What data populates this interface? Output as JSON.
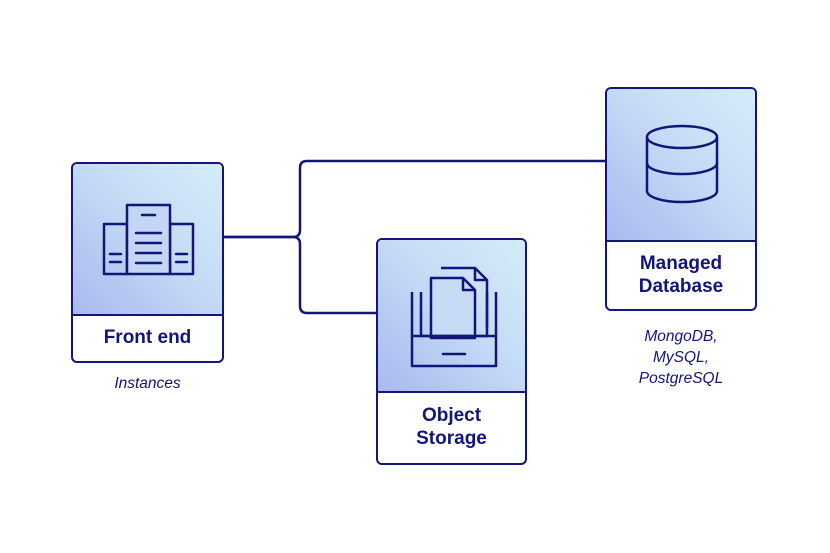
{
  "colors": {
    "stroke": "#14157a",
    "gradient_start": "#a9b9ef",
    "gradient_end": "#d4ecf8",
    "background": "#ffffff"
  },
  "nodes": {
    "frontend": {
      "icon": "server-cluster-icon",
      "label": "Front end",
      "caption": "Instances"
    },
    "storage": {
      "icon": "file-archive-icon",
      "label_lines": [
        "Object",
        "Storage"
      ]
    },
    "database": {
      "icon": "database-cylinder-icon",
      "label_lines": [
        "Managed",
        "Database"
      ],
      "caption_lines": [
        "MongoDB,",
        "MySQL,",
        "PostgreSQL"
      ]
    }
  },
  "connections": [
    {
      "from": "Front end",
      "to": "Managed Database"
    },
    {
      "from": "Front end",
      "to": "Object Storage"
    }
  ]
}
